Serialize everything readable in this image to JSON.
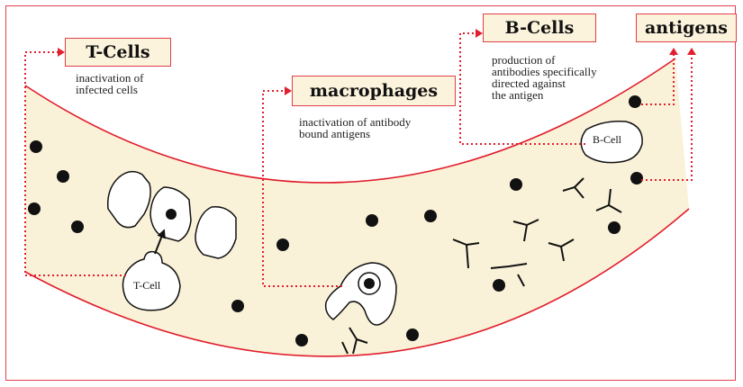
{
  "labels": {
    "t_cells": "T-Cells",
    "macrophages": "macrophages",
    "b_cells": "B-Cells",
    "antigens": "antigens"
  },
  "descriptions": {
    "t_cells": "inactivation of\ninfected cells",
    "macrophages": "inactivation of antibody\nbound antigens",
    "b_cells": "production of\nantibodies specifically\ndirected against\nthe antigen"
  },
  "cell_labels": {
    "t_cell": "T-Cell",
    "b_cell": "B-Cell"
  },
  "colors": {
    "frame": "#e04050",
    "connector": "#e0202f",
    "vessel_fill": "#faf2d8",
    "vessel_wall": "#e01e2c",
    "label_fill": "#fbf3dc",
    "particle": "#111111"
  }
}
